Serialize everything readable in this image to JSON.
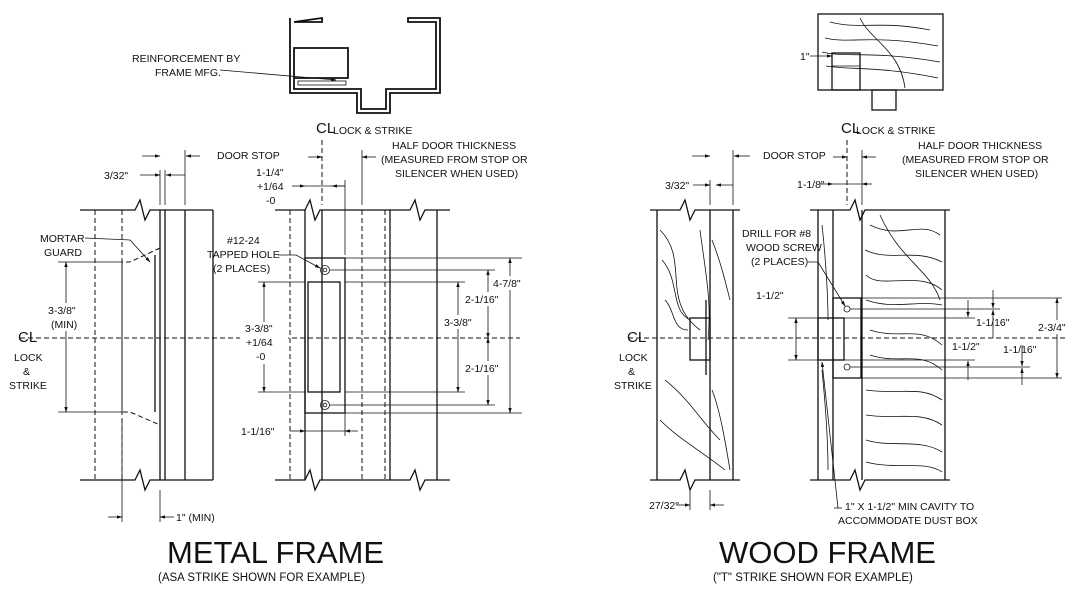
{
  "metal": {
    "title": "METAL FRAME",
    "subtitle": "(ASA STRIKE SHOWN FOR EXAMPLE)",
    "reinforcement": [
      "REINFORCEMENT BY",
      "FRAME MFG."
    ],
    "cl_lock_strike": "LOCK & STRIKE",
    "door_stop": "DOOR STOP",
    "half_door": [
      "HALF DOOR THICKNESS",
      "(MEASURED FROM STOP OR",
      "SILENCER WHEN USED)"
    ],
    "dim_3_32": "3/32\"",
    "dim_1_1_4": [
      "1-1/4\"",
      "+1/64",
      "-0"
    ],
    "mortar_guard": [
      "MORTAR",
      "GUARD"
    ],
    "tapped_hole": [
      "#12-24",
      "TAPPED HOLE",
      "(2 PLACES)"
    ],
    "dim_4_7_8": "4-7/8\"",
    "dim_2_1_16_top": "2-1/16\"",
    "dim_3_3_8_inner": "3-3/8\"",
    "dim_2_1_16_bot": "2-1/16\"",
    "dim_3_3_8_min": [
      "3-3/8\"",
      "(MIN)"
    ],
    "dim_3_3_8_tol": [
      "3-3/8\"",
      "+1/64",
      "-0"
    ],
    "cl_left": [
      "LOCK",
      "&",
      "STRIKE"
    ],
    "dim_1_1_16": "1-1/16\"",
    "dim_1_min": "1\" (MIN)"
  },
  "wood": {
    "title": "WOOD FRAME",
    "subtitle": "(\"T\" STRIKE SHOWN FOR EXAMPLE)",
    "dim_1_top": "1\"",
    "cl_lock_strike": "LOCK & STRIKE",
    "door_stop": "DOOR STOP",
    "half_door": [
      "HALF DOOR THICKNESS",
      "(MEASURED FROM STOP OR",
      "SILENCER WHEN USED)"
    ],
    "dim_3_32": "3/32\"",
    "dim_1_1_8": "1-1/8\"",
    "drill": [
      "DRILL FOR #8",
      "WOOD SCREW",
      "(2 PLACES)"
    ],
    "dim_1_1_2_left": "1-1/2\"",
    "dim_1_1_16_a": "1-1/16\"",
    "dim_2_3_4": "2-3/4\"",
    "dim_1_1_2_right": "1-1/2\"",
    "dim_1_1_16_b": "1-1/16\"",
    "cl_left": [
      "LOCK",
      "&",
      "STRIKE"
    ],
    "dim_27_32": "27/32\"",
    "cavity": [
      "1\" X 1-1/2\" MIN CAVITY TO",
      "ACCOMMODATE DUST BOX"
    ]
  },
  "centerline_symbol": "CL"
}
